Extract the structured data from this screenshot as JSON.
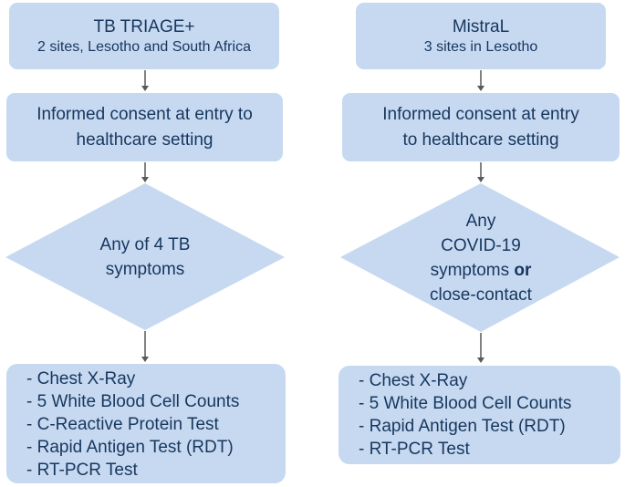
{
  "left": {
    "title": "TB TRIAGE+",
    "subtitle": "2 sites, Lesotho and South Africa",
    "consent_line1": "Informed consent at entry to",
    "consent_line2": "healthcare setting",
    "criteria_line1": "Any of 4 TB",
    "criteria_line2": "symptoms",
    "tests": [
      "- Chest X-Ray",
      "- 5 White Blood Cell Counts",
      "- C-Reactive Protein Test",
      "- Rapid Antigen Test (RDT)",
      "- RT-PCR Test"
    ]
  },
  "right": {
    "title": "MistraL",
    "subtitle": "3 sites in Lesotho",
    "consent_line1": "Informed consent at entry",
    "consent_line2": "to healthcare setting",
    "criteria_line1": "Any",
    "criteria_line2": "COVID-19",
    "criteria_line3a": "symptoms ",
    "criteria_line3b": "or",
    "criteria_line4": "close-contact",
    "tests": [
      "- Chest X-Ray",
      "- 5 White Blood Cell Counts",
      "- Rapid Antigen Test (RDT)",
      "- RT-PCR Test"
    ]
  },
  "colors": {
    "box_fill": "#c6d9f1",
    "text": "#17375e",
    "arrow": "#595959"
  }
}
